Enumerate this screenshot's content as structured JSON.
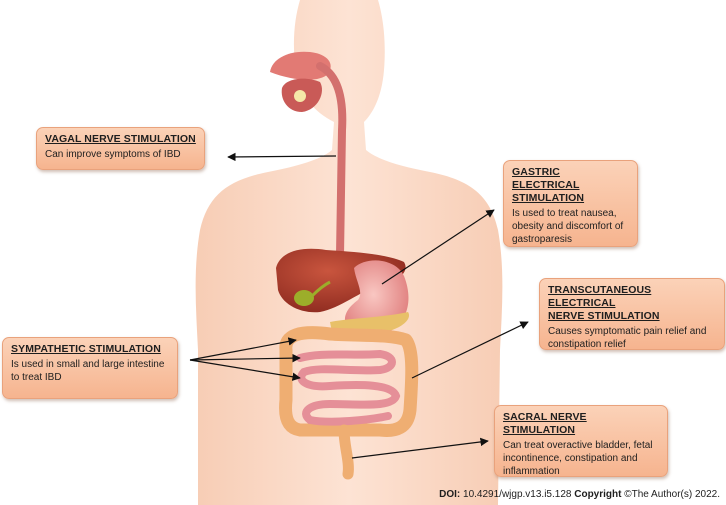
{
  "labels": {
    "vagal": {
      "title": "VAGAL NERVE STIMULATION",
      "desc": "Can improve symptoms of IBD"
    },
    "gastric": {
      "title": "GASTRIC ELECTRICAL\nSTIMULATION",
      "desc": "Is used to treat nausea,\nobesity and discomfort of\ngastroparesis"
    },
    "transcutaneous": {
      "title": "TRANSCUTANEOUS  ELECTRICAL\nNERVE STIMULATION",
      "desc": "Causes symptomatic pain relief and\nconstipation relief"
    },
    "sympathetic": {
      "title": "SYMPATHETIC STIMULATION",
      "desc": "Is used in small and large intestine\nto treat IBD"
    },
    "sacral": {
      "title": "SACRAL NERVE STIMULATION",
      "desc": "Can treat overactive bladder, fetal\nincontinence, constipation and\ninflammation"
    }
  },
  "footer": {
    "doi_label": "DOI:",
    "doi_value": "10.4291/wjgp.v13.i5.128",
    "copyright_label": "Copyright",
    "copyright_value": "©The Author(s) 2022."
  },
  "colors": {
    "body_skin": "#fbdccb",
    "box_fill": "#f6b48f",
    "liver": "#a63a2a",
    "stomach": "#f2a6a0",
    "intestine": "#e79aa0",
    "colon": "#f0b57a",
    "esophagus": "#d9706f"
  }
}
